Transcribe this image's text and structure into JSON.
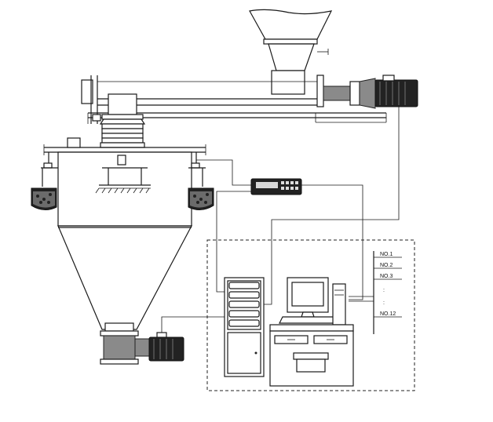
{
  "diagram": {
    "station_labels": [
      "NO.1",
      "NO.2",
      "NO.3",
      "NO.12"
    ],
    "ellipsis": ":"
  }
}
